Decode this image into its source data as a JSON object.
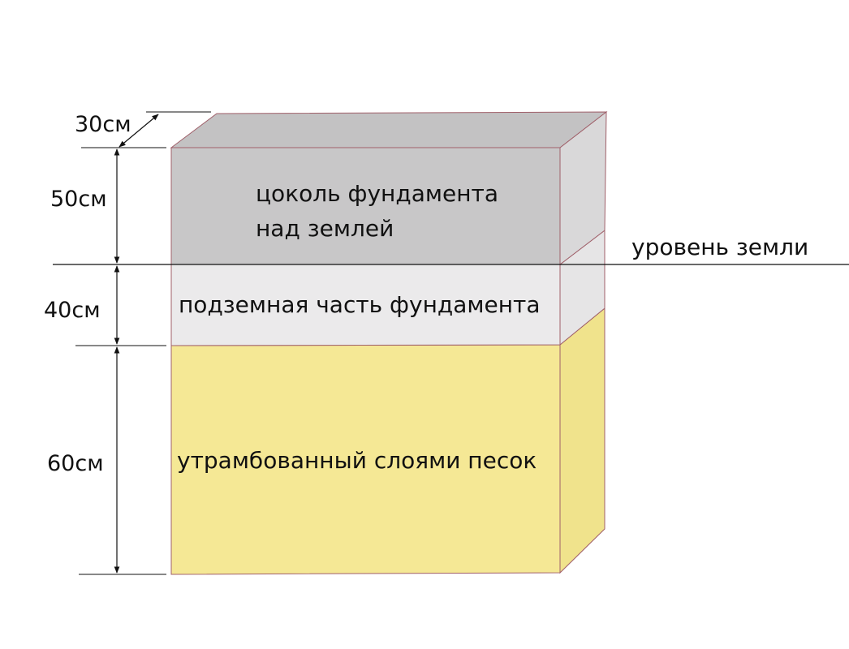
{
  "colors": {
    "plinth_front": "#c8c7c8",
    "plinth_top": "#c3c2c3",
    "plinth_side": "#d9d8d9",
    "underground_front": "#ebeaeb",
    "underground_side": "#e6e5e6",
    "sand_front": "#f5e895",
    "sand_side": "#f0e38c",
    "edge": "#a0606a",
    "line": "#111111"
  },
  "layers": {
    "plinth": {
      "label_line1": "цоколь фундамента",
      "label_line2": "над землей"
    },
    "underground": {
      "label": "подземная часть фундамента"
    },
    "sand": {
      "label": "утрамбованный слоями песок"
    }
  },
  "ground_level": {
    "label": "уровень земли"
  },
  "dimensions": {
    "width": "30см",
    "plinth_height": "50см",
    "underground_height": "40см",
    "sand_height": "60см"
  }
}
